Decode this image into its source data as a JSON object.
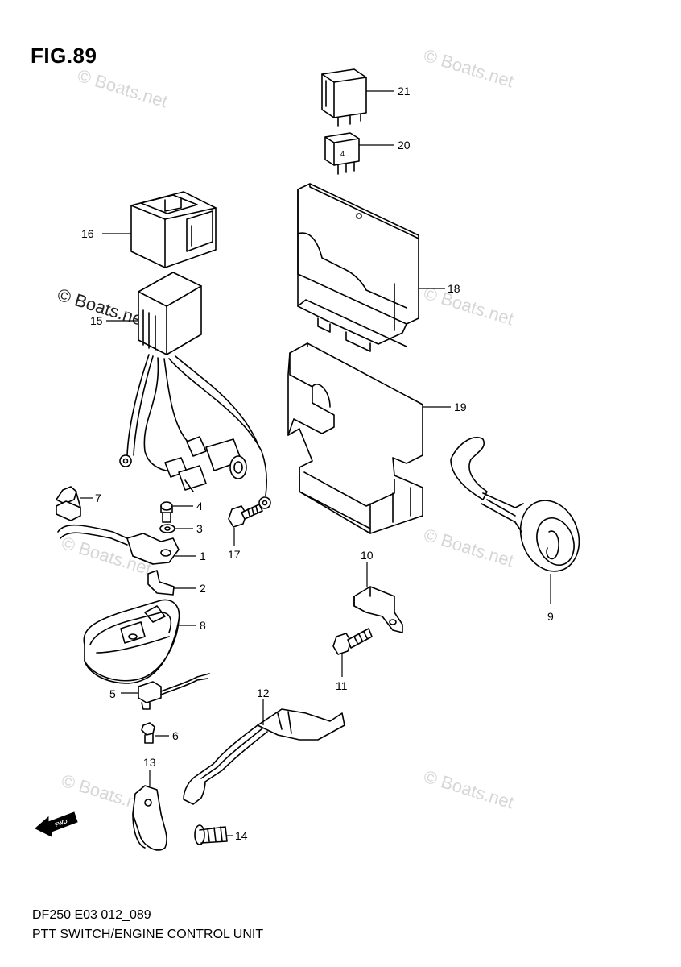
{
  "figure": {
    "title": "FIG.89",
    "code": "DF250 E03 012_089",
    "description": "PTT SWITCH/ENGINE CONTROL UNIT"
  },
  "callouts": [
    "1",
    "2",
    "3",
    "4",
    "5",
    "6",
    "7",
    "8",
    "9",
    "10",
    "11",
    "12",
    "13",
    "14",
    "15",
    "16",
    "17",
    "18",
    "19",
    "20",
    "21"
  ],
  "watermark": "© Boats.net",
  "fwd_arrow": "FWD"
}
